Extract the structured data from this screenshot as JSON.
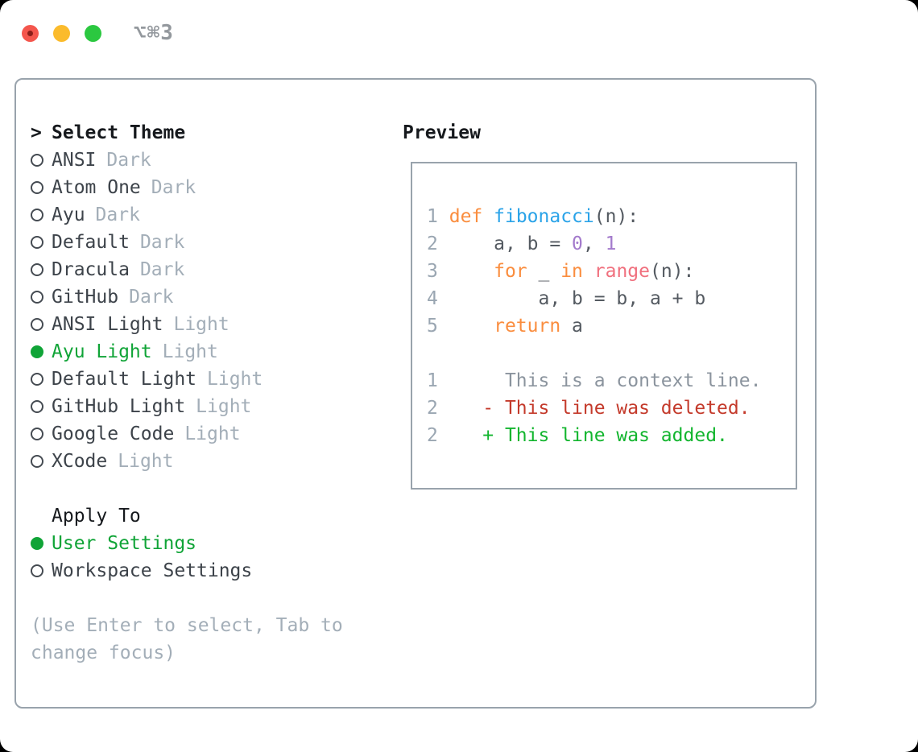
{
  "titlebar": {
    "shortcut_label": "⌥⌘3"
  },
  "colors": {
    "selection_green": "#10a437",
    "diff_red": "#c43a2b",
    "diff_green": "#12b52e",
    "keyword_orange": "#fa8d3e",
    "function_blue": "#2aa3e8",
    "special_pink": "#f0707e",
    "number_purple": "#a37acc",
    "border_gray": "#99a3ac",
    "muted_gray": "#a3aeb8"
  },
  "theme_panel": {
    "header_prompt": ">",
    "header_label": "Select Theme",
    "themes": [
      {
        "name": "ANSI",
        "variant": "Dark",
        "selected": false
      },
      {
        "name": "Atom One",
        "variant": "Dark",
        "selected": false
      },
      {
        "name": "Ayu",
        "variant": "Dark",
        "selected": false
      },
      {
        "name": "Default",
        "variant": "Dark",
        "selected": false
      },
      {
        "name": "Dracula",
        "variant": "Dark",
        "selected": false
      },
      {
        "name": "GitHub",
        "variant": "Dark",
        "selected": false
      },
      {
        "name": "ANSI Light",
        "variant": "Light",
        "selected": false
      },
      {
        "name": "Ayu Light",
        "variant": "Light",
        "selected": true
      },
      {
        "name": "Default Light",
        "variant": "Light",
        "selected": false
      },
      {
        "name": "GitHub Light",
        "variant": "Light",
        "selected": false
      },
      {
        "name": "Google Code",
        "variant": "Light",
        "selected": false
      },
      {
        "name": "XCode",
        "variant": "Light",
        "selected": false
      }
    ],
    "apply_header": "Apply To",
    "apply_options": [
      {
        "name": "User Settings",
        "selected": true
      },
      {
        "name": "Workspace Settings",
        "selected": false
      }
    ],
    "hint_lines": [
      "(Use Enter to select, Tab to",
      "change focus)"
    ]
  },
  "preview": {
    "title": "Preview",
    "code_lines": [
      {
        "num": "1",
        "segments": [
          {
            "text": " ",
            "style": "plain"
          },
          {
            "text": "def",
            "style": "keyword"
          },
          {
            "text": " ",
            "style": "plain"
          },
          {
            "text": "fibonacci",
            "style": "function"
          },
          {
            "text": "(n):",
            "style": "plain"
          }
        ]
      },
      {
        "num": "2",
        "segments": [
          {
            "text": "     a, b = ",
            "style": "plain"
          },
          {
            "text": "0",
            "style": "number"
          },
          {
            "text": ", ",
            "style": "plain"
          },
          {
            "text": "1",
            "style": "number"
          }
        ]
      },
      {
        "num": "3",
        "segments": [
          {
            "text": "     ",
            "style": "plain"
          },
          {
            "text": "for",
            "style": "keyword"
          },
          {
            "text": " _ ",
            "style": "plain"
          },
          {
            "text": "in",
            "style": "keyword"
          },
          {
            "text": " ",
            "style": "plain"
          },
          {
            "text": "range",
            "style": "special"
          },
          {
            "text": "(n):",
            "style": "plain"
          }
        ]
      },
      {
        "num": "4",
        "segments": [
          {
            "text": "         a, b = b, a + b",
            "style": "plain"
          }
        ]
      },
      {
        "num": "5",
        "segments": [
          {
            "text": "     ",
            "style": "plain"
          },
          {
            "text": "return",
            "style": "keyword"
          },
          {
            "text": " a",
            "style": "plain"
          }
        ]
      },
      {
        "num": "",
        "segments": []
      },
      {
        "num": "1",
        "segments": [
          {
            "text": "      This is a context line.",
            "style": "context"
          }
        ]
      },
      {
        "num": "2",
        "segments": [
          {
            "text": "    - This line was deleted.",
            "style": "deleted"
          }
        ]
      },
      {
        "num": "2",
        "segments": [
          {
            "text": "    + This line was added.",
            "style": "added"
          }
        ]
      }
    ]
  }
}
